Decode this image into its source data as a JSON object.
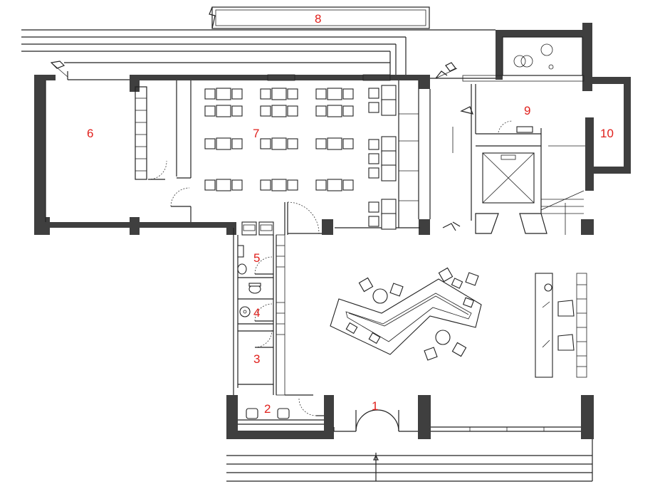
{
  "floor_plan": {
    "room_labels": [
      {
        "number": "1"
      },
      {
        "number": "2"
      },
      {
        "number": "3"
      },
      {
        "number": "4"
      },
      {
        "number": "5"
      },
      {
        "number": "6"
      },
      {
        "number": "7"
      },
      {
        "number": "8"
      },
      {
        "number": "9"
      },
      {
        "number": "10"
      }
    ],
    "colors": {
      "wall": "#3f3f3f",
      "line": "#222222",
      "label": "#e0201c",
      "background": "#ffffff"
    }
  }
}
